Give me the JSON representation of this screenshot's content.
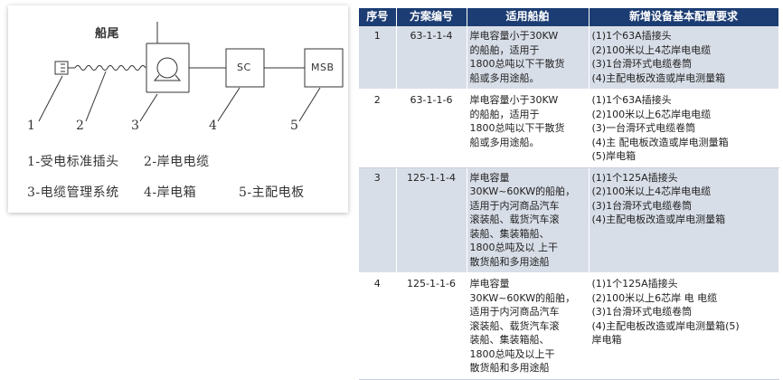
{
  "diagram": {
    "stern_label": "船尾",
    "box_sc": "SC",
    "box_msb": "MSB",
    "numbers": [
      "1",
      "2",
      "3",
      "4",
      "5"
    ],
    "legend": {
      "item1": "1-受电标准插头",
      "item2": "2-岸电电缆",
      "item3": "3-电缆管理系统",
      "item4": "4-岸电箱",
      "item5": "5-主配电板"
    }
  },
  "table": {
    "headers": [
      "序号",
      "方案编号",
      "适用船舶",
      "新增设备基本配置要求"
    ],
    "rows": [
      {
        "no": "1",
        "code": "63-1-1-4",
        "ship": [
          "岸电容量小于30KW",
          "的船舶，适用于",
          "1800总吨以下干散货",
          "船或多用途船。"
        ],
        "req": [
          "(1)1个63A插接头",
          "(2)100米以上4芯岸电电缆",
          "(3)1台滑环式电缆卷筒",
          "(4)主配电板改造或岸电测量箱"
        ]
      },
      {
        "no": "2",
        "code": "63-1-1-6",
        "ship": [
          "岸电容量小于30KW",
          "的船舶，适用于",
          "1800总吨以下干散货",
          "船或多用途船。"
        ],
        "req": [
          "(1)1个63A插接头",
          "(2)100米以上6芯岸电电缆",
          "(3)一台滑环式电缆卷筒",
          "(4)主 配电板改造或岸电测量箱",
          "(5)岸电箱"
        ]
      },
      {
        "no": "3",
        "code": "125-1-1-4",
        "ship": [
          "岸电容量",
          "30KW~60KW的船舶，",
          "适用于内河商品汽车",
          "滚装船、载货汽车滚",
          "装船、集装箱船、",
          "1800总吨及以 上干",
          "散货船和多用途船"
        ],
        "req": [
          "(1)1个125A插接头",
          "(2)100米以上4芯岸电电缆",
          "(3)1台滑环式电缆卷筒",
          "(4)主配电板改造或岸电测量箱"
        ]
      },
      {
        "no": "4",
        "code": "125-1-1-6",
        "ship": [
          "岸电容量",
          "30KW~60KW的船舶，",
          "适用于内河商品汽车",
          "滚装船、载货汽车滚",
          "装船、集装箱船、",
          "1800总吨及以上干",
          "散货船和多用途船"
        ],
        "req": [
          "(1)1个125A插接头",
          "(2)100米以上6芯岸 电 电缆",
          "(3)1台滑环式电缆卷筒",
          "(4)主配电板改造或岸电测量箱(5)",
          "岸电箱"
        ]
      }
    ]
  }
}
